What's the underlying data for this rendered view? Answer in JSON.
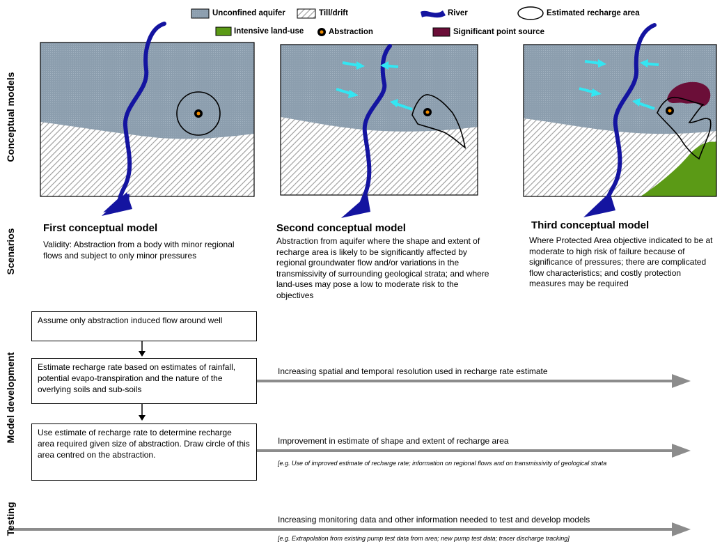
{
  "colors": {
    "aquifer": "#8c9eae",
    "till_stripe": "#9a9a9a",
    "river": "#1414a0",
    "land_use": "#5b9a16",
    "point_source": "#6b0e38",
    "abstraction": "#f08c00",
    "flow_arrow": "#33e6f2",
    "progress_arrow": "#8c8c8c"
  },
  "legend": {
    "unconfined_aquifer": "Unconfined aquifer",
    "till_drift": "Till/drift",
    "river": "River",
    "estimated_recharge_area": "Estimated recharge area",
    "intensive_land_use": "Intensive land-use",
    "abstraction": "Abstraction",
    "significant_point_source": "Significant point source"
  },
  "side_labels": {
    "conceptual_models": "Conceptual models",
    "scenarios": "Scenarios",
    "model_development": "Model development",
    "testing": "Testing"
  },
  "models": [
    {
      "title": "First conceptual model",
      "description": "Validity: Abstraction from a body with minor regional flows and subject to only minor pressures"
    },
    {
      "title": "Second conceptual model",
      "description": "Abstraction from aquifer where the shape and extent of recharge area is likely to be significantly affected by regional groundwater flow and/or variations in the transmissivity of surrounding geological strata; and where land-uses may pose a low to moderate risk to the objectives"
    },
    {
      "title": "Third conceptual model",
      "description": "Where Protected Area objective indicated to be at moderate to high risk of failure because of significance of pressures; there are complicated flow characteristics; and costly protection measures may be required"
    }
  ],
  "steps": [
    {
      "text": "Assume only abstraction induced flow around well"
    },
    {
      "text": "Estimate recharge rate based on estimates of rainfall, potential evapo-transpiration and the nature of the overlying soils and sub-soils"
    },
    {
      "text": "Use estimate of recharge rate to determine recharge area required given size of abstraction. Draw circle of this area centred on the abstraction."
    }
  ],
  "progress": {
    "resolution": "Increasing spatial and temporal resolution used in recharge rate estimate",
    "shape": "Improvement in estimate of shape and extent of recharge area",
    "shape_note": "[e.g. Use of improved estimate of recharge rate; information on regional flows and on transmissivity of geological strata",
    "testing": "Increasing monitoring data and other information needed to test and develop models",
    "testing_note": "[e.g. Extrapolation from existing pump test data from area; new pump test data; tracer discharge  tracking]"
  }
}
